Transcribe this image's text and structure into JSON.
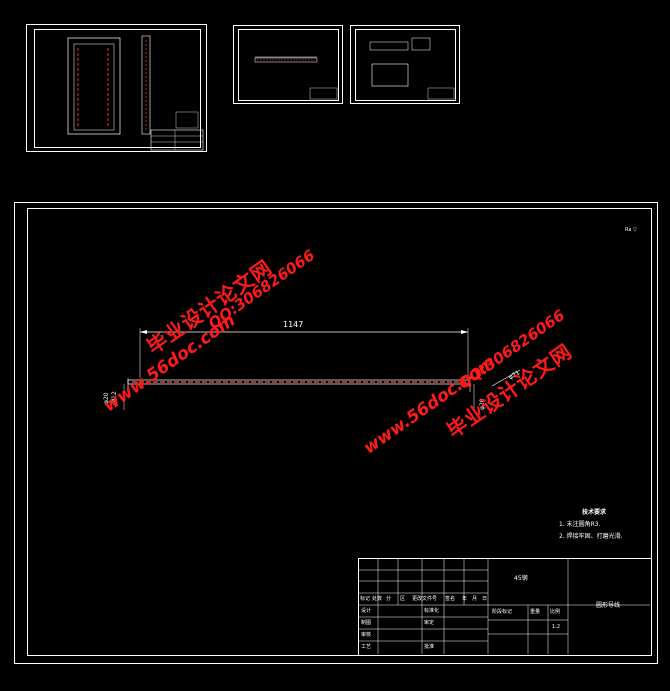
{
  "drawing": {
    "dimension_length": "1147",
    "left_dia_1": "φ20",
    "left_dia_2": "M12",
    "right_dia_1": "φ20",
    "right_dia_2": "φ21",
    "corner_mark": "Ra ▽"
  },
  "tech_notes": {
    "title": "技术要求",
    "items": [
      "1. 未注圆角R3.",
      "2. 焊接牢固、打磨光滑."
    ]
  },
  "title_block": {
    "material": "45钢",
    "part_name": "圆形导线",
    "header_cells": [
      "标记",
      "处数",
      "分",
      "区",
      "更改文件号",
      "签名",
      "年",
      "月",
      "日"
    ],
    "row_labels": [
      "设计",
      "制图",
      "审核",
      "工艺"
    ],
    "col_labels": [
      "标准化",
      "审定",
      "批准"
    ],
    "stage_label": "阶段标记",
    "weight_label": "重量",
    "scale_label": "比例",
    "scale_value": "1:2"
  },
  "watermark": {
    "url": "www.56doc.com",
    "qq": "QQ:306826066",
    "cn": "毕业设计论文网"
  },
  "colors": {
    "background": "#000000",
    "line": "#ffffff",
    "watermark": "#ff1a1a",
    "rod": "#ff5555"
  }
}
